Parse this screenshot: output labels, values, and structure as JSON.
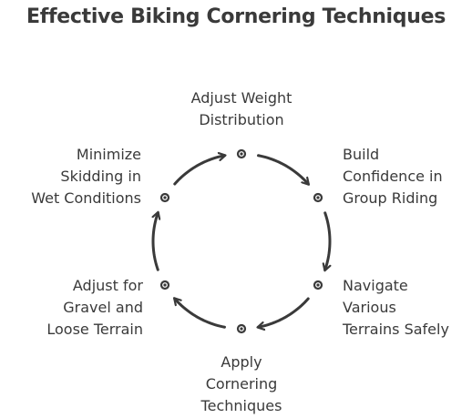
{
  "title": "Effective Biking Cornering Techniques",
  "steps": [
    {
      "label": "Adjust Weight\nDistribution"
    },
    {
      "label": "Build\nConfidence in\nGroup Riding"
    },
    {
      "label": "Navigate\nVarious\nTerrains Safely"
    },
    {
      "label": "Apply\nCornering\nTechniques"
    },
    {
      "label": "Adjust for\nGravel and\nLoose Terrain"
    },
    {
      "label": "Minimize\nSkidding in\nWet Conditions"
    }
  ],
  "colors": {
    "stroke": "#3a3a3a",
    "text": "#3a3a3a",
    "background": "#ffffff"
  }
}
